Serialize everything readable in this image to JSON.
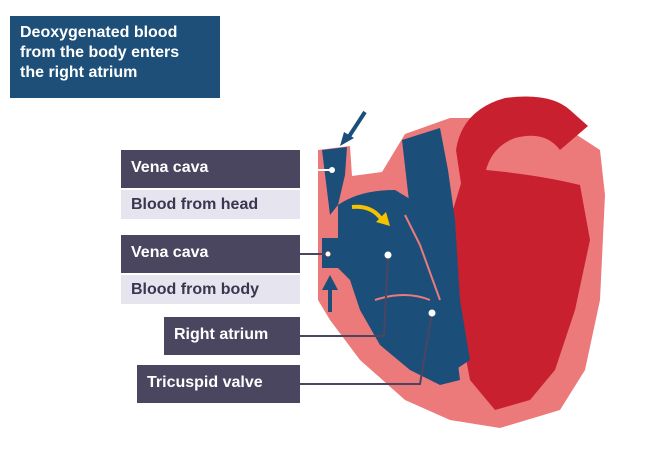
{
  "title": {
    "lines": [
      "Deoxygenated blood",
      "from the body enters",
      "the right atrium"
    ]
  },
  "labels": {
    "vena_cava_top": "Vena cava",
    "blood_from_head": "Blood from head",
    "vena_cava_bottom": "Vena cava",
    "blood_from_body": "Blood from body",
    "right_atrium": "Right atrium",
    "tricuspid_valve": "Tricuspid valve"
  },
  "colors": {
    "title_bg": "#1d4f78",
    "label_dark_bg": "#4a4660",
    "label_light_bg": "#e6e4ef",
    "deoxygenated": "#1b4f7a",
    "oxygenated": "#c8202e",
    "heart_wall": "#ec7a7a",
    "flow_arrow": "#f5c200",
    "direction_arrow": "#1b4f7a"
  }
}
